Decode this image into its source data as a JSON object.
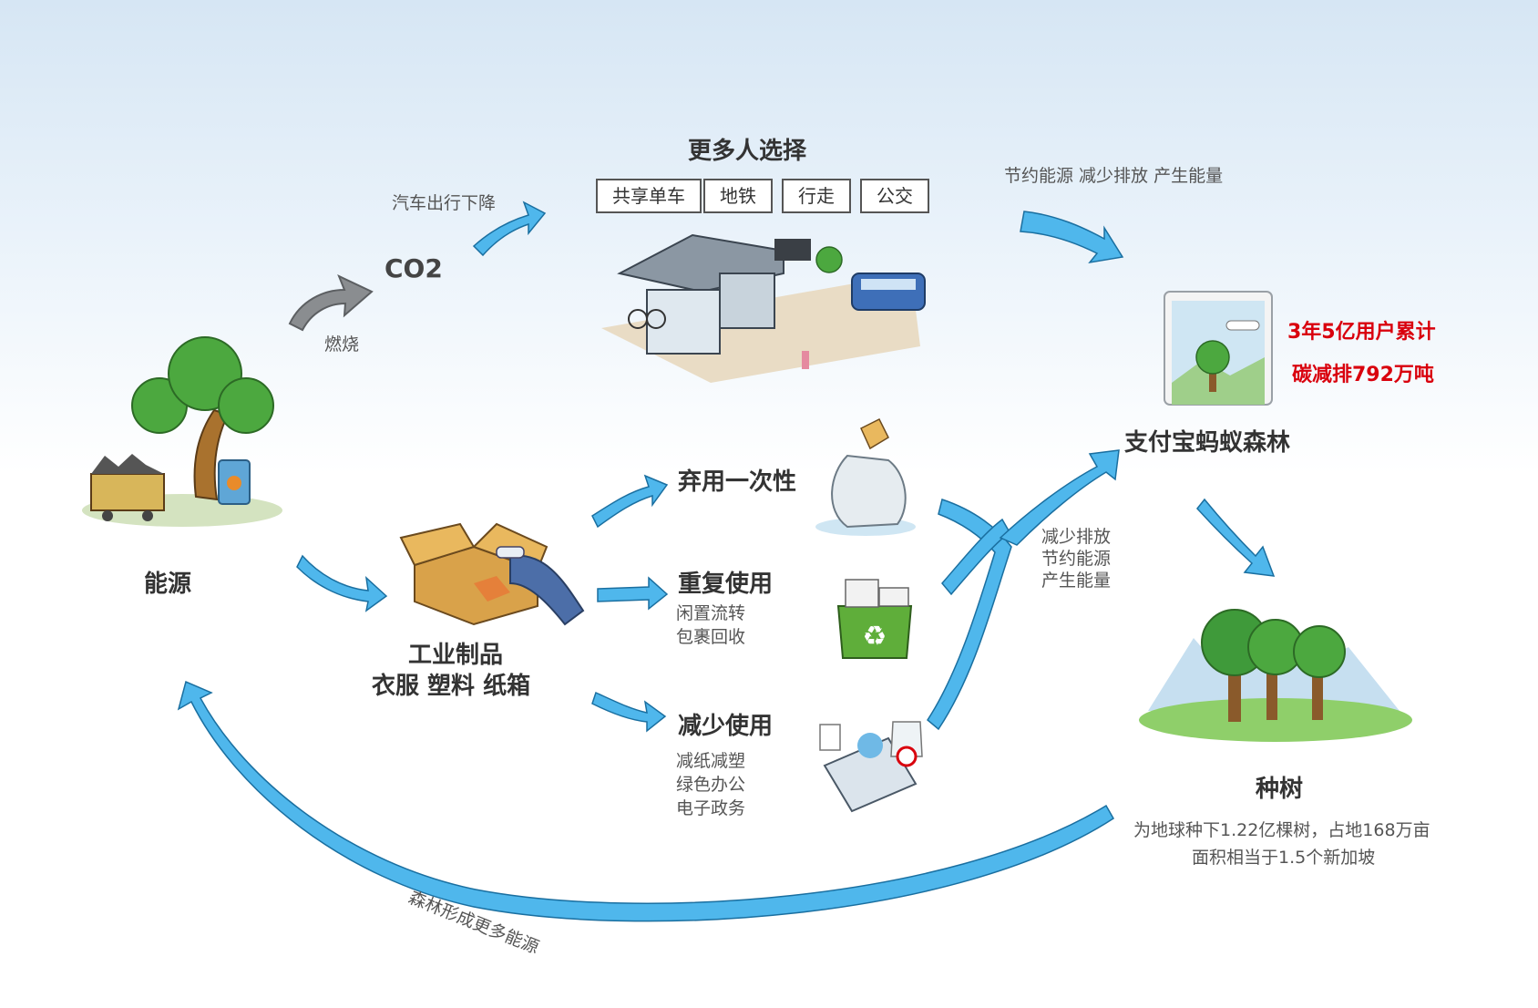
{
  "labels": {
    "co2": "CO2",
    "burn": "燃烧",
    "car_decline": "汽车出行下降",
    "more_people": "更多人选择",
    "energy": "能源",
    "industrial": "工业制品",
    "industrial_sub": "衣服  塑料  纸箱",
    "abandon": "弃用一次性",
    "reuse": "重复使用",
    "reuse_sub_1": "闲置流转",
    "reuse_sub_2": "包裹回收",
    "reduce": "减少使用",
    "reduce_sub_1": "减纸减塑",
    "reduce_sub_2": "绿色办公",
    "reduce_sub_3": "电子政务",
    "benefit_top": "节约能源   减少排放   产生能量",
    "benefit_mid_1": "减少排放",
    "benefit_mid_2": "节约能源",
    "benefit_mid_3": "产生能量",
    "ant_forest": "支付宝蚂蚁森林",
    "users": "3年5亿用户累计",
    "carbon": "碳减排792万吨",
    "plant": "种树",
    "plant_sub_1": "为地球种下1.22亿棵树，占地168万亩",
    "plant_sub_2": "面积相当于1.5个新加坡",
    "cycle": "森林形成更多能源"
  },
  "tags": [
    "共享单车",
    "地铁",
    "行走",
    "公交"
  ],
  "colors": {
    "arrow_blue": "#4fb7ec",
    "arrow_gray": "#8a8d90",
    "text_dark": "#333333",
    "text_gray": "#555555",
    "highlight_red": "#d9000d",
    "tree_green": "#3f9a3a",
    "trunk_brown": "#8a5a2b"
  },
  "icons": {
    "energy": "tree-coal-cart-icon",
    "industrial": "cardboard-box-icon",
    "station": "bus-station-icon",
    "disposable": "plastic-bag-icon",
    "reuse": "recycle-bin-icon",
    "reduce": "paperless-office-icon",
    "phone": "phone-app-icon",
    "forest": "forest-icon"
  }
}
